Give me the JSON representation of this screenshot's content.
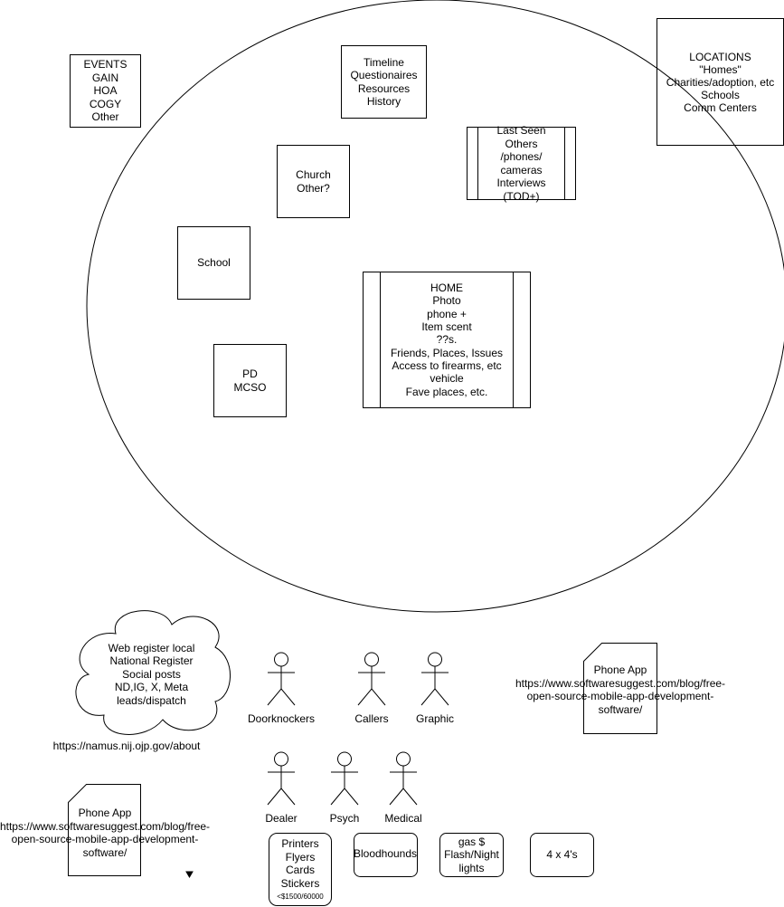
{
  "boxes": {
    "events": "EVENTS\nGAIN\nHOA\nCOGY\nOther",
    "timeline": "Timeline\nQuestionaires\nResources\nHistory",
    "locations": "LOCATIONS\n\"Homes\"\nCharities/adoption, etc\nSchools\nComm Centers",
    "last_seen": "Last Seen\nOthers\n/phones/\ncameras\nInterviews\n(TOD+)",
    "church": "Church\nOther?",
    "school": "School",
    "home": "HOME\nPhoto\nphone +\nItem scent\n??s.\nFriends, Places, Issues\nAccess to firearms, etc\nvehicle\nFave places, etc.",
    "pd": "PD\nMCSO"
  },
  "cloud": "Web register local\nNational Register\nSocial posts\nND,IG, X, Meta\nleads/dispatch",
  "namus_url": "https://namus.nij.ojp.gov/about",
  "actors": [
    "Doorknockers",
    "Callers",
    "Graphic",
    "Dealer",
    "Psych",
    "Medical"
  ],
  "phone_app_right": "Phone App\nhttps://www.softwaresuggest.com/blog/free-\nopen-source-mobile-app-development-\nsoftware/",
  "phone_app_left": "Phone App\nhttps://www.softwaresuggest.com/blog/free-\nopen-source-mobile-app-development-\nsoftware/",
  "resources": {
    "printers": "Printers\nFlyers\nCards\nStickers",
    "printers_cost": "<$1500/60000",
    "bloodhounds": "Bloodhounds",
    "gas": "gas $\nFlash/Night\nlights",
    "four_by_four": "4 x 4's"
  }
}
